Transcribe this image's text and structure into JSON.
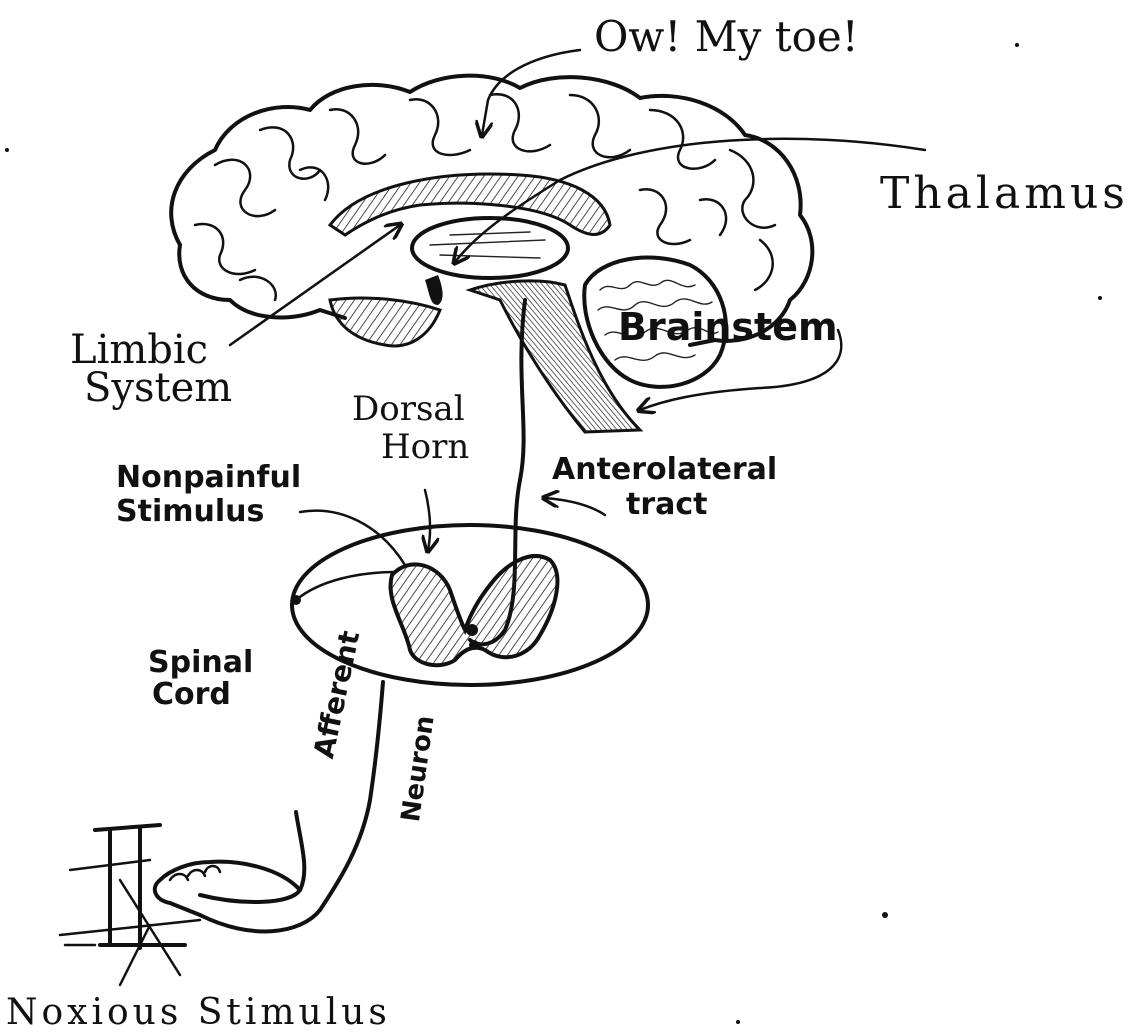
{
  "labels": {
    "ow_my_toe": "Ow! My toe!",
    "thalamus": "Thalamus",
    "limbic_line1": "Limbic",
    "limbic_line2": "System",
    "brainstem": "Brainstem",
    "dorsal_line1": "Dorsal",
    "dorsal_line2": "Horn",
    "nonpainful_line1": "Nonpainful",
    "nonpainful_line2": "Stimulus",
    "anterolateral_line1": "Anterolateral",
    "anterolateral_line2": "tract",
    "spinal_line1": "Spinal",
    "spinal_line2": "Cord",
    "afferent_line1": "Afferent",
    "afferent_line2": "Neuron",
    "noxious": "Noxious Stimulus"
  },
  "colors": {
    "ink": "#111111",
    "paper": "#ffffff"
  }
}
